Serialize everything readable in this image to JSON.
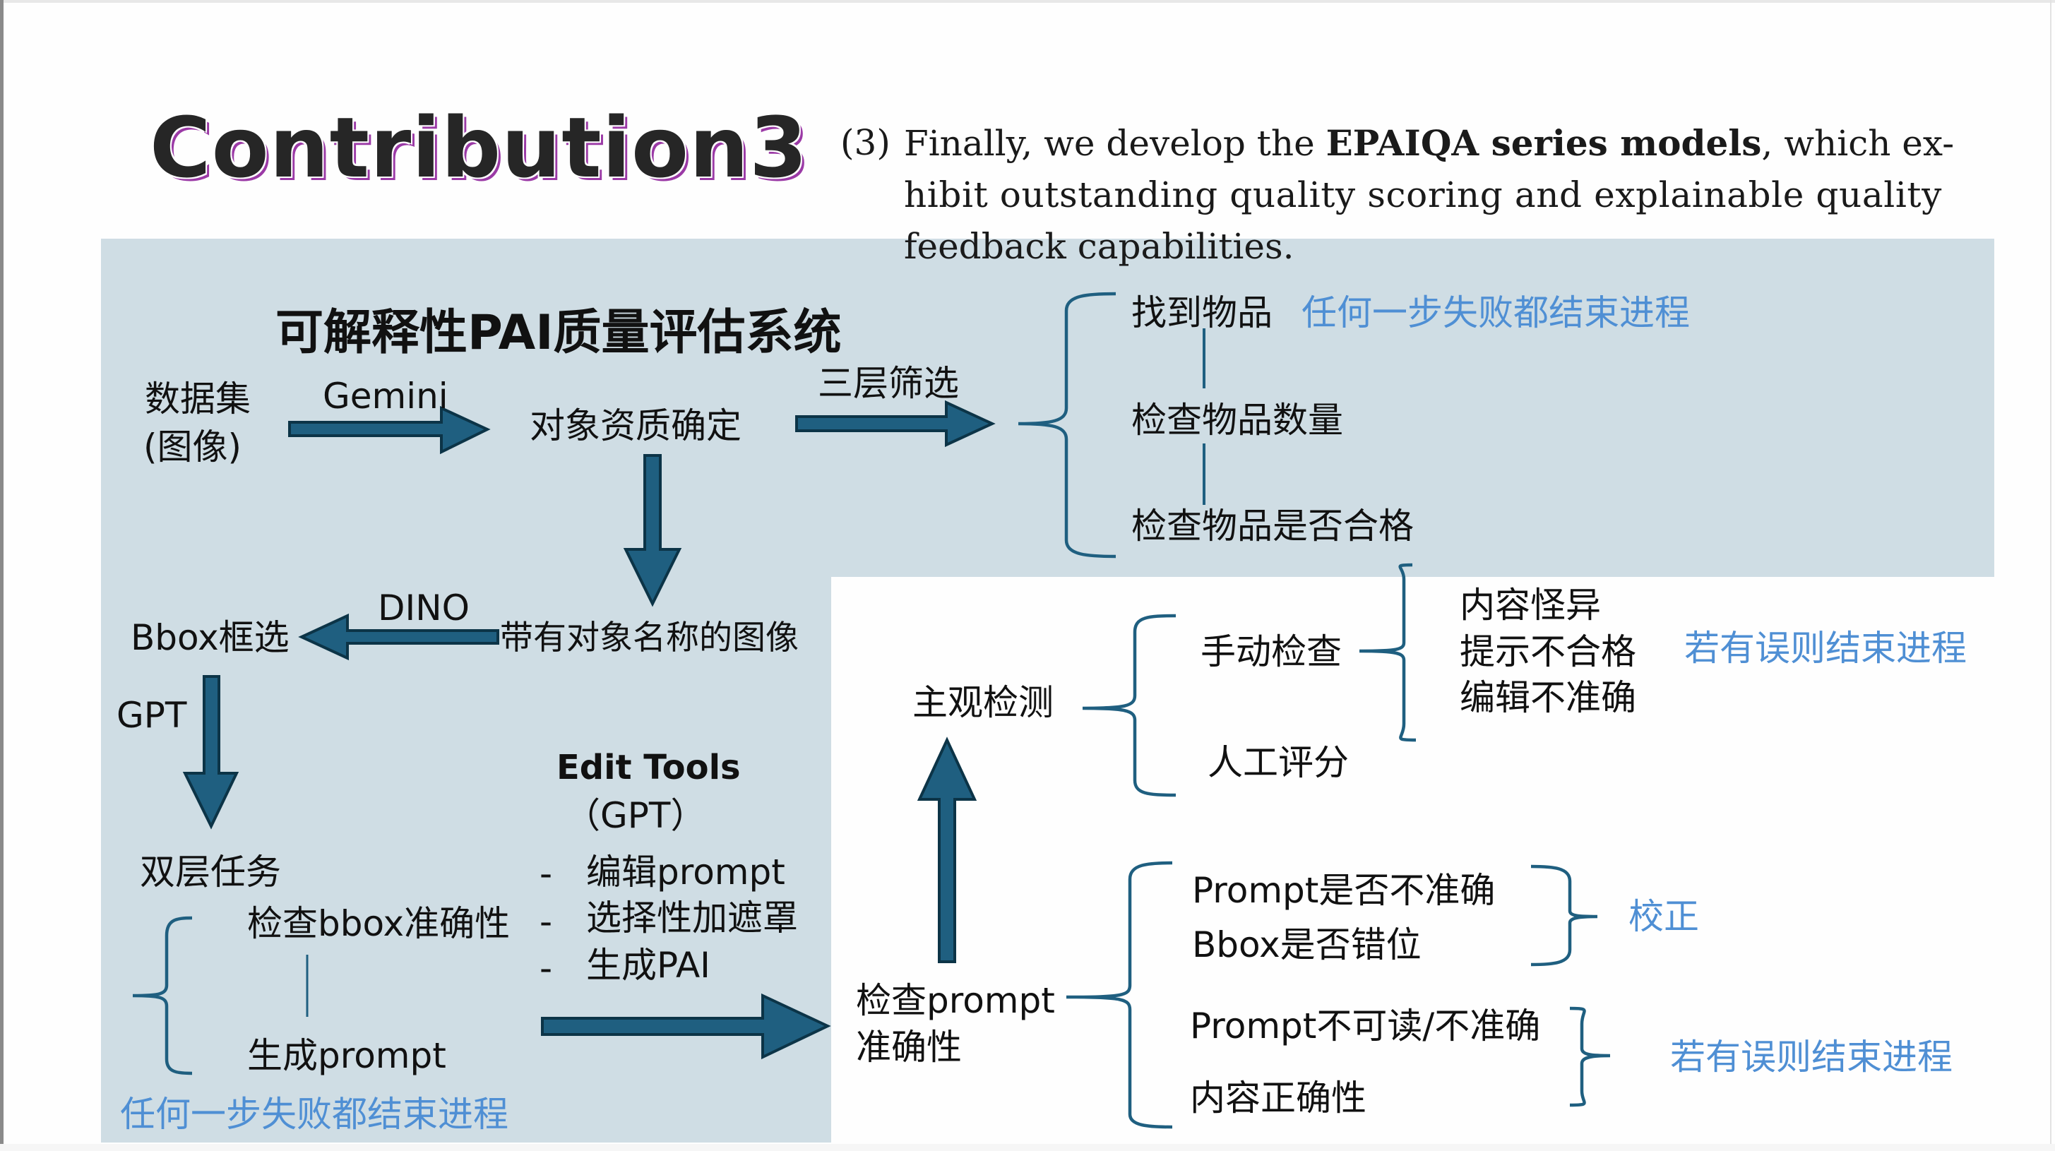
{
  "slide": {
    "title": "Contribution3",
    "paragraph": {
      "number": "(3)",
      "lines": [
        {
          "pre": "Finally, we develop the ",
          "bold": "EPAIQA series models",
          "post": ", which ex-"
        },
        {
          "pre": "hibit outstanding quality scoring and explainable quality",
          "bold": "",
          "post": ""
        },
        {
          "pre": "feedback capabilities.",
          "bold": "",
          "post": ""
        }
      ]
    }
  },
  "diagram": {
    "heading": "可解释性PAI质量评估系统",
    "dataset": {
      "line1": "数据集",
      "line2": "(图像)"
    },
    "gemini_label": "Gemini",
    "object_qualification": "对象资质确定",
    "three_layer_filter_label": "三层筛选",
    "filter_steps": [
      "找到物品",
      "检查物品数量",
      "检查物品是否合格"
    ],
    "filter_note": "任何一步失败都结束进程",
    "image_with_names": "带有对象名称的图像",
    "dino_label": "DINO",
    "bbox_filter": "Bbox框选",
    "gpt_label": "GPT",
    "dual_task": "双层任务",
    "dual_task_steps": [
      "检查bbox准确性",
      "生成prompt"
    ],
    "dual_task_note": "任何一步失败都结束进程",
    "edit_tools": {
      "title": "Edit Tools",
      "subtitle": "（GPT）",
      "items": [
        {
          "dash": "-",
          "label": "编辑prompt"
        },
        {
          "dash": "-",
          "label": "选择性加遮罩"
        },
        {
          "dash": "-",
          "label": "生成PAI"
        }
      ]
    },
    "check_prompt": {
      "line1": "检查prompt",
      "line2": "准确性"
    },
    "prompt_checks_group1": [
      "Prompt是否不准确",
      "Bbox是否错位"
    ],
    "group1_action": "校正",
    "prompt_checks_group2": [
      "Prompt不可读/不准确",
      "内容正确性"
    ],
    "group2_action": "若有误则结束进程",
    "subjective_detection": "主观检测",
    "manual_check": "手动检查",
    "manual_check_items": [
      "内容怪异",
      "提示不合格",
      "编辑不准确"
    ],
    "manual_check_note": "若有误则结束进程",
    "human_scoring": "人工评分"
  },
  "colors": {
    "panel_bg": "#cfdde4",
    "arrow_fill": "#1f5f80",
    "note_blue": "#4f8fd4",
    "title_shadow": "#9b3aa6"
  }
}
